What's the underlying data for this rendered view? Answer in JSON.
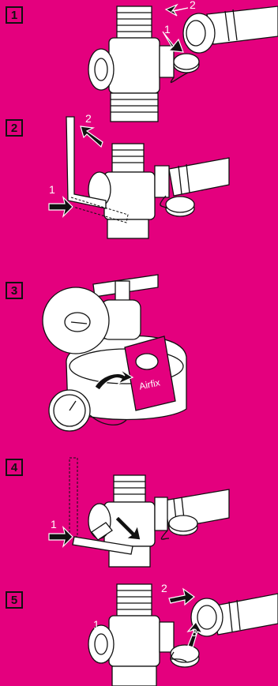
{
  "colors": {
    "background": "#e4007e",
    "line": "#111111",
    "fill": "#ffffff"
  },
  "steps": [
    {
      "number": "1",
      "callouts": [
        "1",
        "2"
      ]
    },
    {
      "number": "2",
      "callouts": [
        "1",
        "2"
      ]
    },
    {
      "number": "3",
      "product_label": "Airfix"
    },
    {
      "number": "4",
      "callouts": [
        "1",
        "2"
      ]
    },
    {
      "number": "5",
      "callouts": [
        "1",
        "2",
        "3"
      ]
    }
  ]
}
